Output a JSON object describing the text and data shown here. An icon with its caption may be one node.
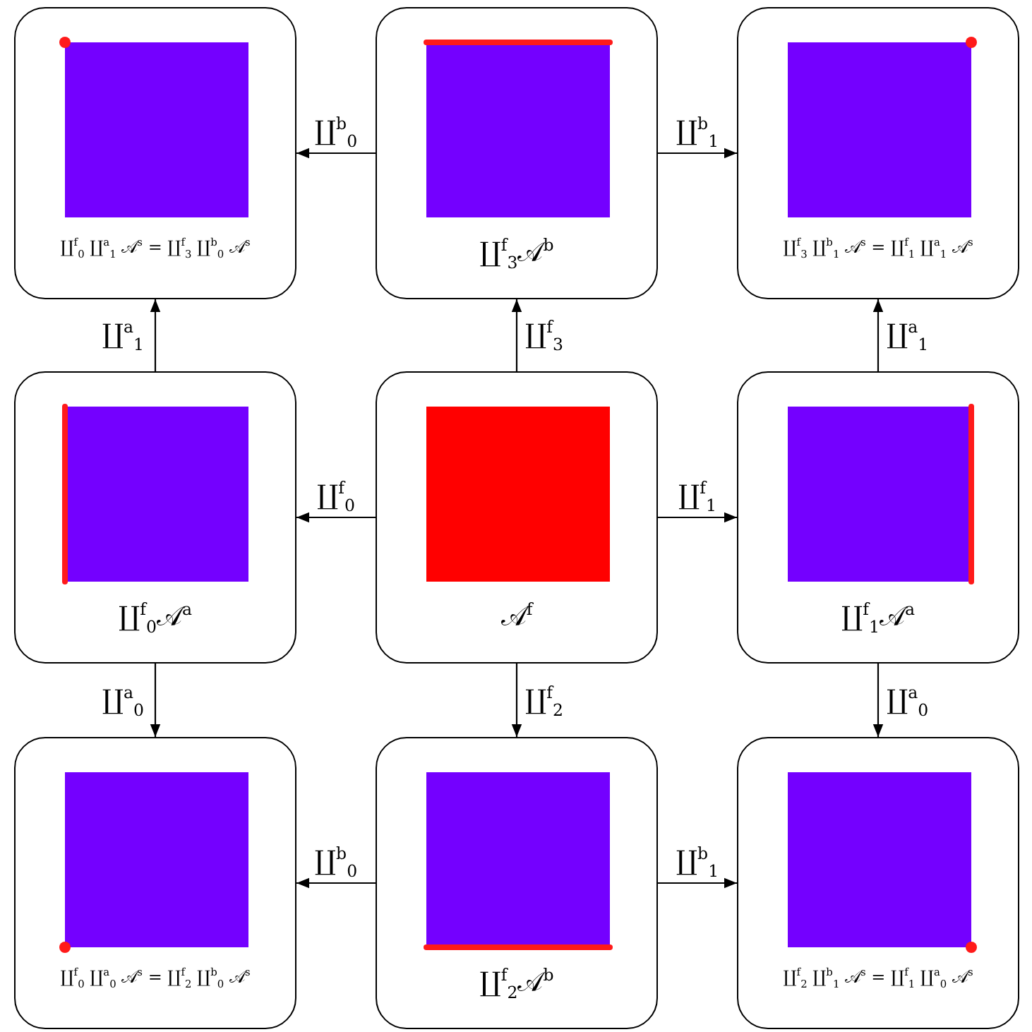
{
  "diagram": {
    "nodes": [
      {
        "text": [
          "∐$^{f}$$_{0}$ ∐$^{a}$$_{1}$ 𝒜$^{s}$ = ∐$^{f}$$_{3}$ ∐$^{b}$$_{0}$ 𝒜$^{s}$"
        ]
      },
      {
        "text": [
          "∐$^{f}$$_{3}$𝒜$^{b}$"
        ]
      },
      {
        "text": [
          "∐$^{f}$$_{3}$ ∐$^{b}$$_{1}$ 𝒜$^{s}$ = ∐$^{f}$$_{1}$ ∐$^{a}$$_{1}$ 𝒜$^{s}$"
        ]
      },
      {
        "text": [
          "∐$^{f}$$_{0}$𝒜$^{a}$"
        ]
      },
      {
        "text": [
          "𝒜$^{f}$"
        ]
      },
      {
        "text": [
          "∐$^{f}$$_{1}$𝒜$^{a}$"
        ]
      },
      {
        "text": [
          "∐$^{f}$$_{0}$ ∐$^{a}$$_{0}$ 𝒜$^{s}$ = ∐$^{f}$$_{2}$ ∐$^{b}$$_{0}$ 𝒜$^{s}$"
        ]
      },
      {
        "text": [
          "∐$^{f}$$_{2}$𝒜$^{b}$"
        ]
      },
      {
        "text": [
          "∐$^{f}$$_{2}$ ∐$^{b}$$_{1}$ 𝒜$^{s}$ = ∐$^{f}$$_{1}$ ∐$^{a}$$_{0}$ 𝒜$^{s}$"
        ]
      }
    ],
    "edges": [
      {
        "from": 1,
        "to": 0,
        "arrow": "to",
        "label": "∐$^{b}$$_{0}$"
      },
      {
        "from": 1,
        "to": 2,
        "arrow": "to",
        "label": "∐$^{b}$$_{1}$"
      },
      {
        "from": 3,
        "to": 0,
        "arrow": "to",
        "label": "∐$^{a}$$_{1}$"
      },
      {
        "from": 4,
        "to": 1,
        "arrow": "to",
        "label": "∐$^{f}$$_{3}$"
      },
      {
        "from": 5,
        "to": 2,
        "arrow": "to",
        "label": "∐$^{a}$$_{1}$"
      },
      {
        "from": 4,
        "to": 3,
        "arrow": "to",
        "label": "∐$^{f}$$_{0}$"
      },
      {
        "from": 4,
        "to": 5,
        "arrow": "to",
        "label": "∐$^{f}$$_{1}$"
      },
      {
        "from": 3,
        "to": 6,
        "arrow": "to",
        "label": "∐$^{a}$$_{0}$"
      },
      {
        "from": 4,
        "to": 7,
        "arrow": "to",
        "label": "∐$^{f}$$_{2}$"
      },
      {
        "from": 5,
        "to": 8,
        "arrow": "to",
        "label": "∐$^{a}$$_{0}$"
      },
      {
        "from": 7,
        "to": 6,
        "arrow": "to",
        "label": "∐$^{b}$$_{0}$"
      },
      {
        "from": 7,
        "to": 8,
        "arrow": "to",
        "label": "∐$^{b}$$_{1}$"
      }
    ]
  }
}
